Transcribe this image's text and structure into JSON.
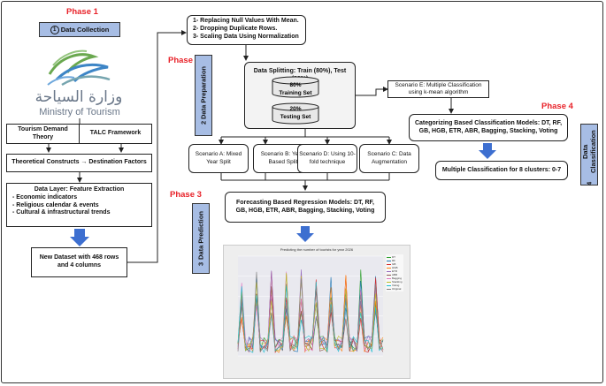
{
  "phases": {
    "p1": "Phase 1",
    "p2": "Phase 2",
    "p3": "Phase 3",
    "p4": "Phase 4"
  },
  "phase_labels": {
    "data_collection_num": "1",
    "data_collection": "Data Collection",
    "data_preparation_num": "2",
    "data_preparation": "Data Preparation",
    "data_prediction_num": "3",
    "data_prediction": "Data Prediction",
    "data_classification_num": "4",
    "data_classification": "Data Classification"
  },
  "logo": {
    "arabic": "وزارة السياحة",
    "english": "Ministry of Tourism"
  },
  "left_column": {
    "theory1": "Tourism Demand Theory",
    "theory2": "TALC Framework",
    "constructs": "Theoretical Constructs → Destination Factors",
    "data_layer_title": "Data Layer: Feature Extraction",
    "features": [
      "- Economic indicators",
      "- Religious calendar & events",
      "- Cultural & infrastructural trends"
    ],
    "dataset": "New Dataset with 468 rows and 4 columns"
  },
  "preprocessing": [
    "1- Replacing Null Values With Mean.",
    "2- Dropping Duplicate Rows.",
    "3- Scaling Data Using Normalization"
  ],
  "splitting": {
    "title": "Data Splitting: Train (80%), Test (20%)",
    "train_pct": "80%",
    "train_label": "Training Set",
    "test_pct": "20%",
    "test_label": "Testing Set"
  },
  "scenarios": {
    "a": "Scenario A: Mixed Year Split",
    "b": "Scenario B: Year-Based Split",
    "d": "Scenario D: Using 10-fold technique",
    "c": "Scenario C: Data Augmentation",
    "e": "Scenario E: Multiple Classification using k-mean algorithm"
  },
  "regression": "Forecasting Based Regression Models: DT, RF, GB, HGB, ETR, ABR, Bagging, Stacking, Voting",
  "classification": "Categorizing Based Classification Models: DT, RF, GB, HGB, ETR, ABR, Bagging, Stacking, Voting",
  "clusters": "Multiple Classification for 8 clusters: 0-7",
  "colors": {
    "phase_red": "#e8232a",
    "label_blue": "#a7bde4",
    "arrow_blue": "#3d6fd0"
  },
  "chart_data": {
    "type": "line",
    "title": "Predicting the number of tourists for year 2026",
    "series_names": [
      "DT",
      "RF",
      "GB",
      "HGB",
      "ETR",
      "ABR",
      "Bagging",
      "Stacking",
      "Voting",
      "Original"
    ]
  }
}
